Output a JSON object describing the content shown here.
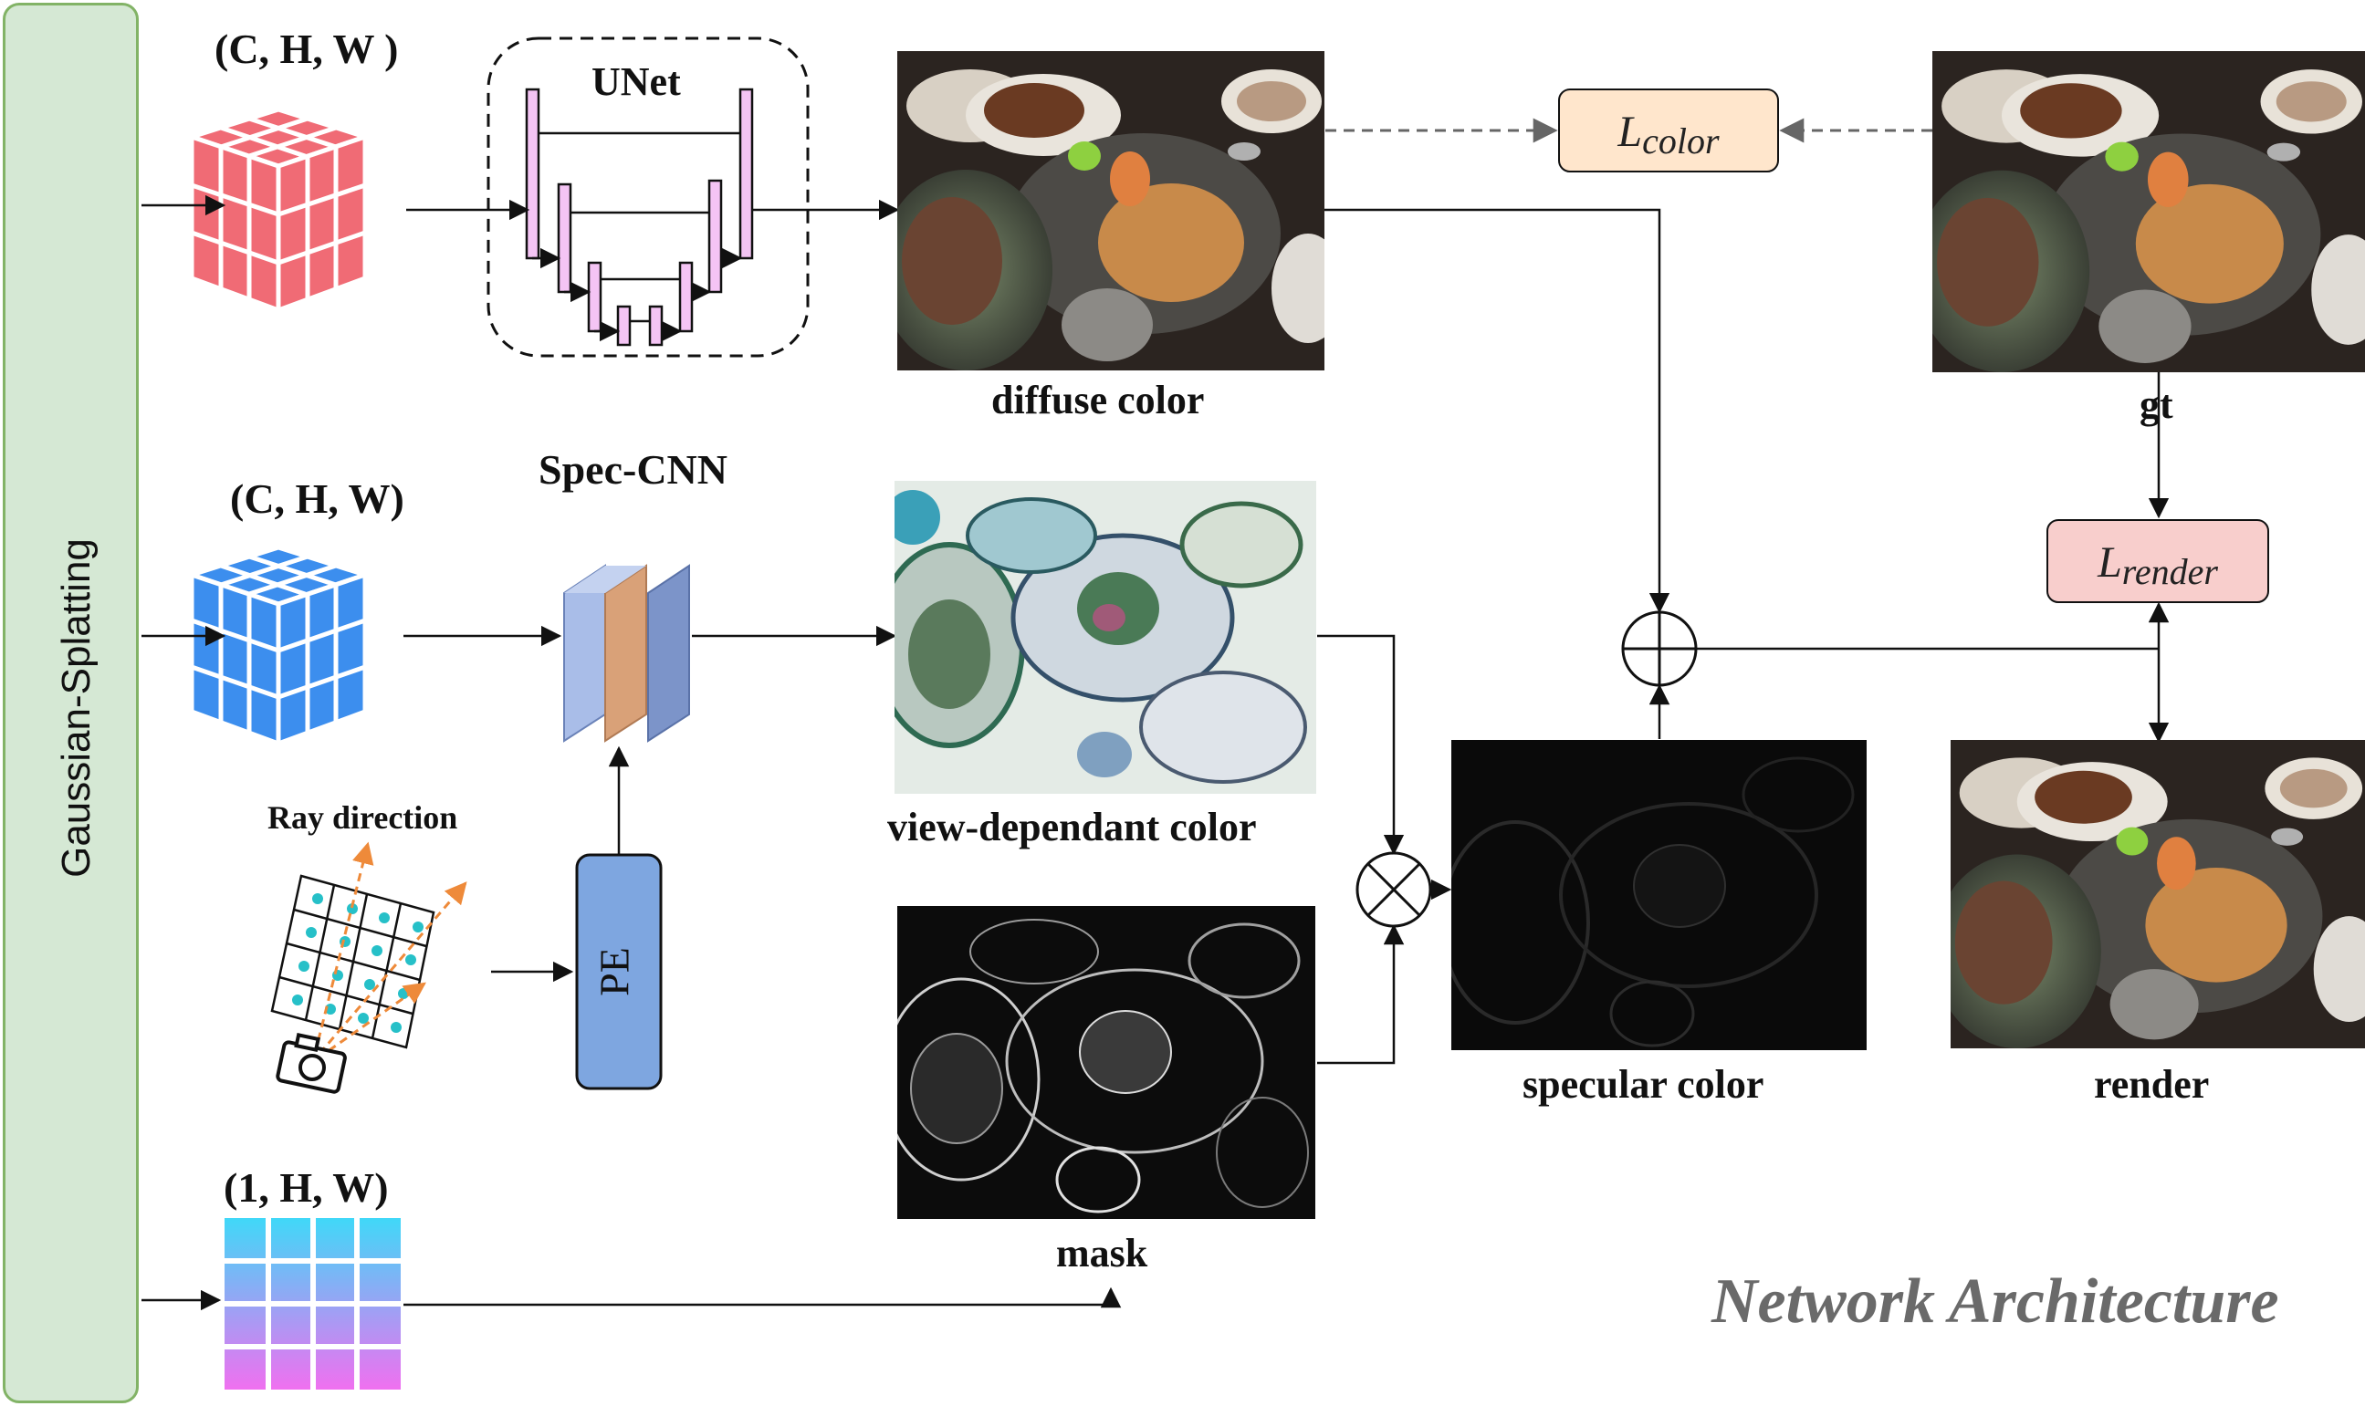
{
  "sidebar": {
    "label": "Gaussian-Splatting"
  },
  "features": {
    "color_dims": "(C, H, W )",
    "spec_dims": "(C, H, W)",
    "mask_dims": "(1, H, W)"
  },
  "modules": {
    "unet": "UNet",
    "spec_cnn": "Spec-CNN",
    "pe": "PE",
    "ray_direction": "Ray direction"
  },
  "images": {
    "diffuse": "diffuse color",
    "view_dependent": "view-dependant color",
    "mask": "mask",
    "specular": "specular color",
    "gt": "gt",
    "render": "render"
  },
  "losses": {
    "color": {
      "symbol": "L",
      "subscript": "color"
    },
    "render": {
      "symbol": "L",
      "subscript": "render"
    }
  },
  "operators": {
    "add": "⊕",
    "multiply": "⊗"
  },
  "title": "Network Architecture",
  "colors": {
    "sidebar_fill": "#d5e8d4",
    "sidebar_border": "#82b366",
    "red_cube": "#f06b75",
    "blue_cube": "#3c8eee",
    "unet_bar": "#f4c4f4",
    "spec_layer_a": "#7c94c9",
    "spec_layer_b": "#d9a178",
    "pe_fill": "#7ea6e0",
    "loss_color_fill": "#ffe6cc",
    "loss_render_fill": "#f8cecc",
    "ray_arrow": "#ee8a3a",
    "ray_dot": "#26c0c8"
  }
}
